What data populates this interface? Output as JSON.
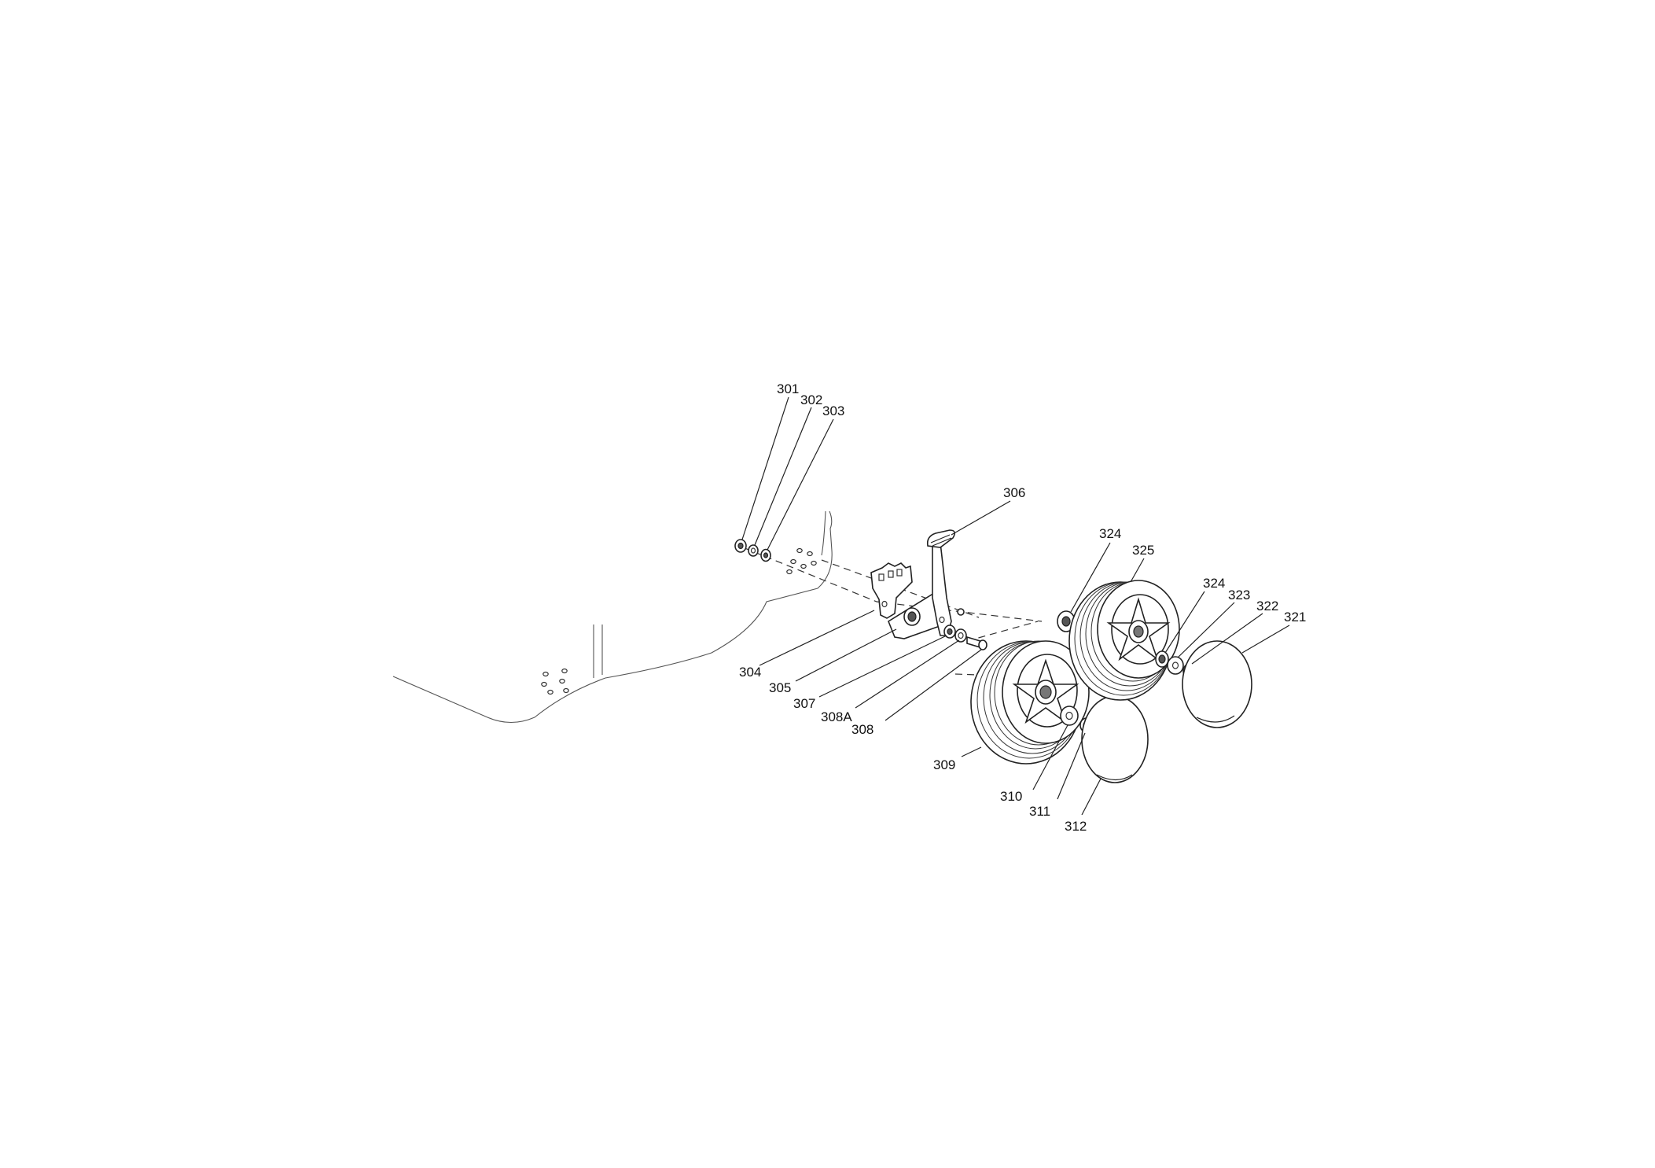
{
  "labels": {
    "p301": "301",
    "p302": "302",
    "p303": "303",
    "p304": "304",
    "p305": "305",
    "p306": "306",
    "p307": "307",
    "p308a": "308A",
    "p308": "308",
    "p309": "309",
    "p310": "310",
    "p311": "311",
    "p312": "312",
    "p321": "321",
    "p322": "322",
    "p323": "323",
    "p324a": "324",
    "p324b": "324",
    "p325": "325"
  },
  "colors": {
    "line": "#222222",
    "background": "#ffffff"
  }
}
